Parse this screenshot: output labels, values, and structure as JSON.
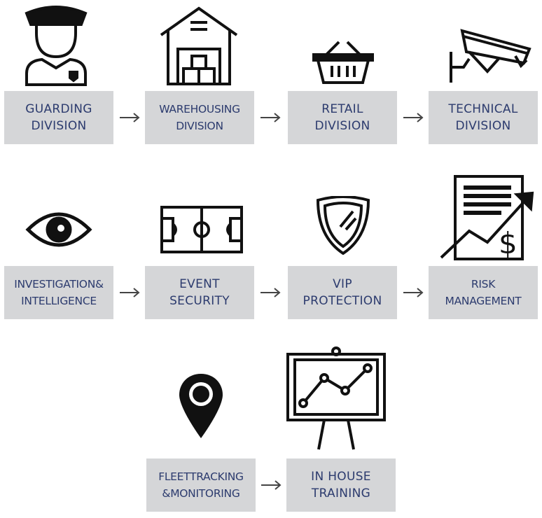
{
  "colors": {
    "box": "#d5d6d8",
    "text": "#2c3b6e",
    "icon": "#111111",
    "arrow": "#444444"
  },
  "rows": [
    [
      {
        "line1": "GUARDING",
        "line2": "DIVISION",
        "icon": "guard-icon"
      },
      {
        "line1": "WAREHOUSING",
        "line2": "DIVISION",
        "icon": "warehouse-icon"
      },
      {
        "line1": "RETAIL",
        "line2": "DIVISION",
        "icon": "shopping-basket-icon"
      },
      {
        "line1": "TECHNICAL",
        "line2": "DIVISION",
        "icon": "security-camera-icon"
      }
    ],
    [
      {
        "line1": "INVESTIGATION&",
        "line2": "INTELLIGENCE",
        "icon": "eye-icon"
      },
      {
        "line1": "EVENT",
        "line2": "SECURITY",
        "icon": "stadium-field-icon"
      },
      {
        "line1": "VIP",
        "line2": "PROTECTION",
        "icon": "shield-icon"
      },
      {
        "line1": "RISK",
        "line2": "MANAGEMENT",
        "icon": "report-chart-icon"
      }
    ],
    [
      {
        "line1": "FLEETTRACKING",
        "line2": "&MONITORING",
        "icon": "map-pin-icon"
      },
      {
        "line1": "IN HOUSE",
        "line2": "TRAINING",
        "icon": "presentation-board-icon"
      }
    ]
  ]
}
